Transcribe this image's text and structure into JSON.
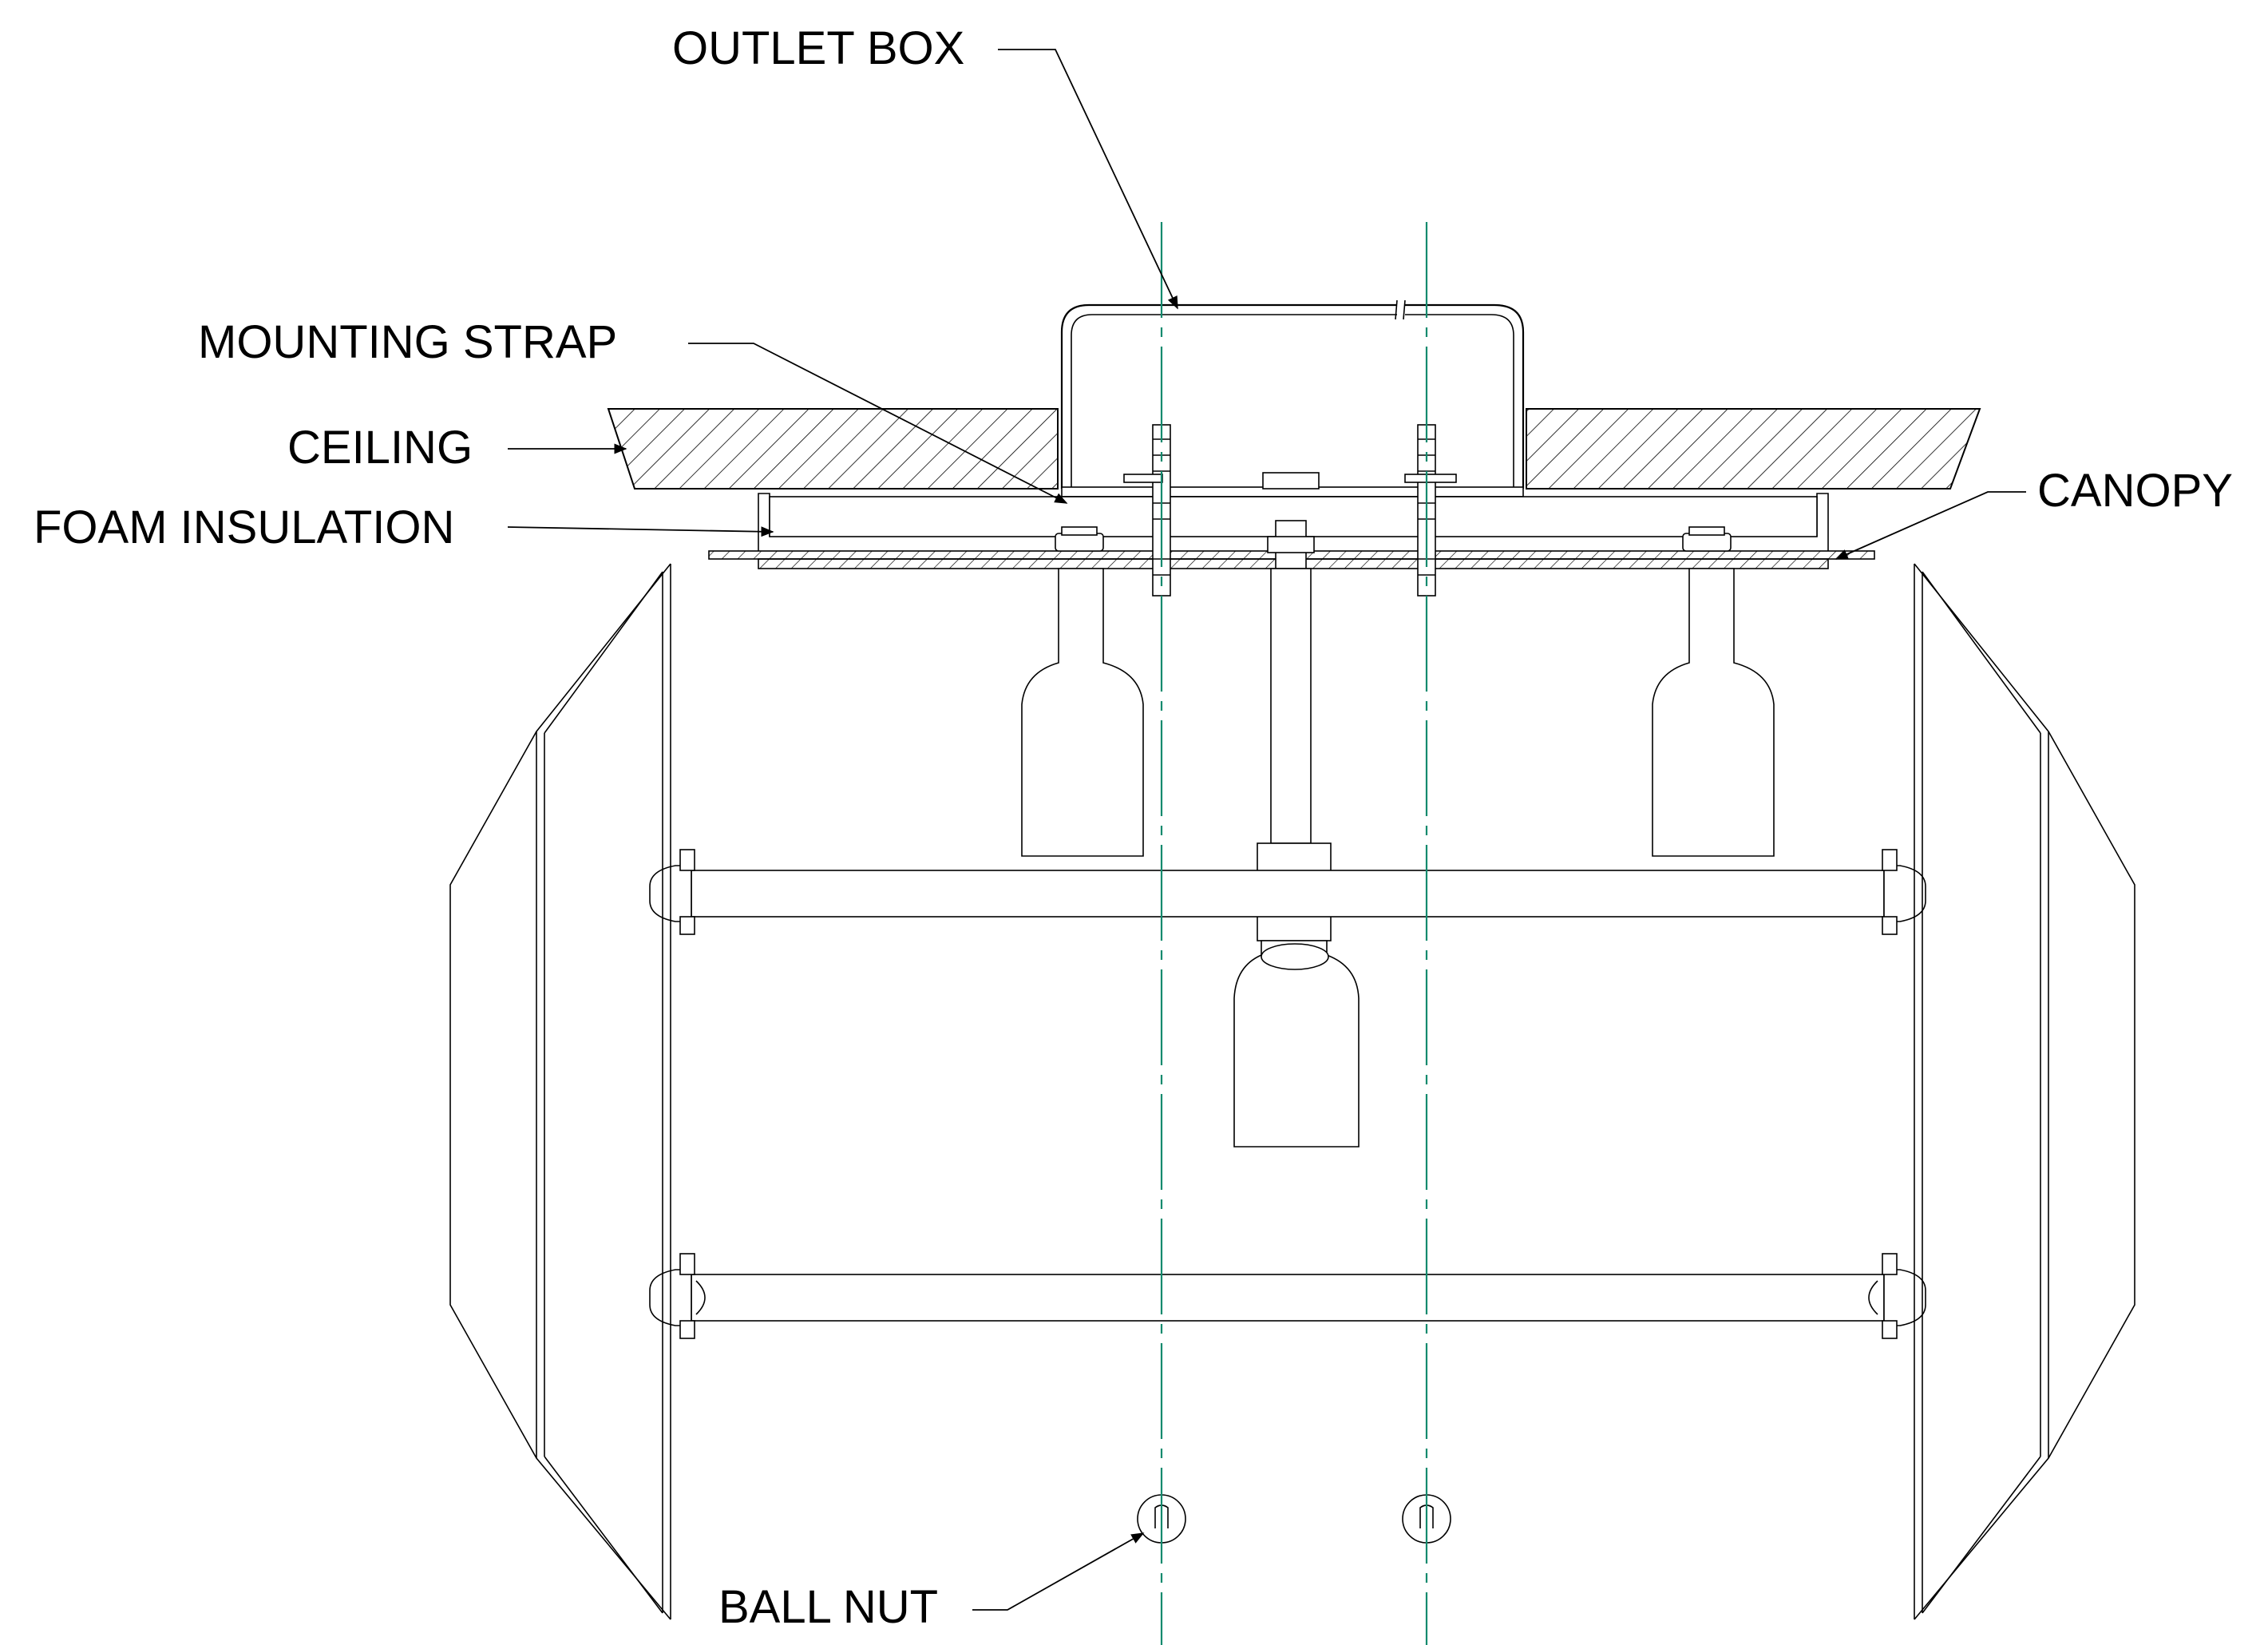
{
  "labels": {
    "outlet_box": "OUTLET BOX",
    "mounting_strap": "MOUNTING STRAP",
    "ceiling": "CEILING",
    "foam_insulation": "FOAM INSULATION",
    "canopy": "CANOPY",
    "ball_nut": "BALL NUT"
  },
  "colors": {
    "line": "#000000",
    "centerline": "#138a6e",
    "background": "#ffffff"
  }
}
